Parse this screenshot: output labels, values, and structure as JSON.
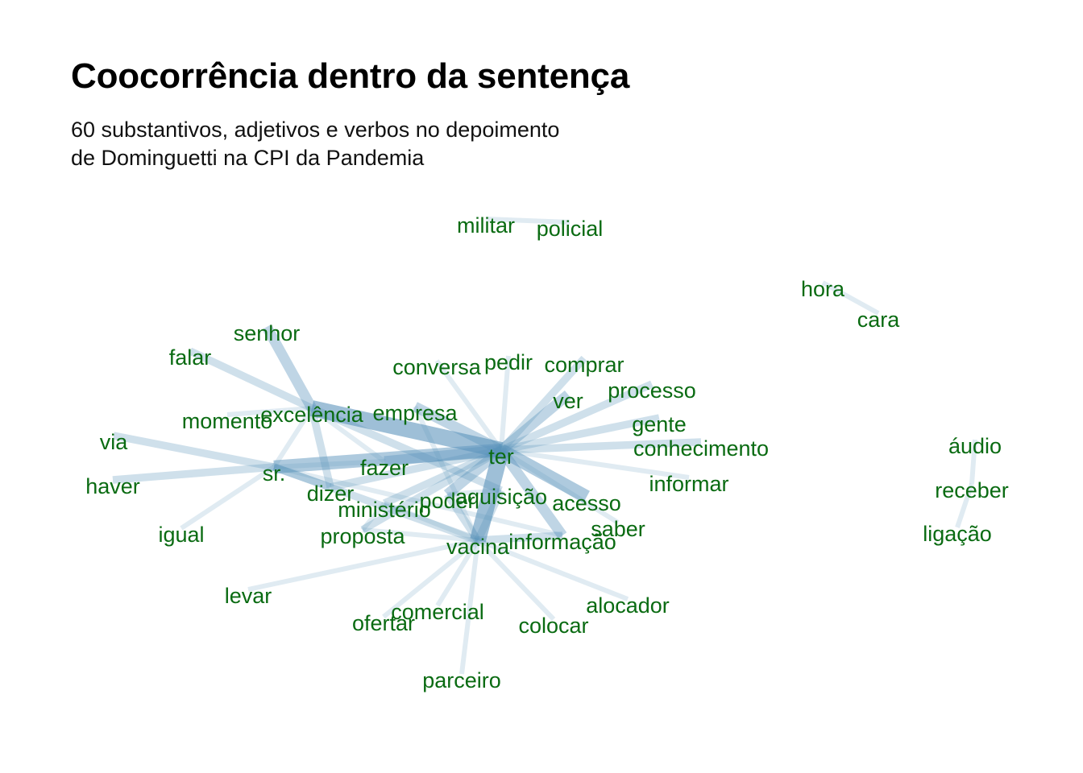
{
  "title": "Coocorrência dentro da sentença",
  "subtitle": [
    "60 substantivos, adjetivos e verbos no depoimento",
    "de Dominguetti na CPI da Pandemia"
  ],
  "colors": {
    "label": "#0a6b12",
    "edge": "#5a93bb",
    "title": "#000000"
  },
  "nodes": [
    "militar",
    "policial",
    "hora",
    "cara",
    "senhor",
    "falar",
    "conversa",
    "pedir",
    "comprar",
    "ver",
    "processo",
    "excelência",
    "empresa",
    "momento",
    "gente",
    "via",
    "conhecimento",
    "áudio",
    "ter",
    "fazer",
    "sr.",
    "haver",
    "informar",
    "receber",
    "dizer",
    "aquisição",
    "poder",
    "acesso",
    "ministério",
    "saber",
    "ligação",
    "igual",
    "proposta",
    "vacina",
    "informação",
    "levar",
    "alocador",
    "comercial",
    "ofertar",
    "colocar",
    "parceiro"
  ],
  "edges": [
    {
      "source": "ter",
      "target": "excelência",
      "weight": 5
    },
    {
      "source": "ter",
      "target": "vacina",
      "weight": 5
    },
    {
      "source": "ter",
      "target": "sr.",
      "weight": 4
    },
    {
      "source": "ter",
      "target": "acesso",
      "weight": 4
    },
    {
      "source": "ter",
      "target": "empresa",
      "weight": 3
    },
    {
      "source": "ter",
      "target": "fazer",
      "weight": 3
    },
    {
      "source": "ter",
      "target": "informação",
      "weight": 3
    },
    {
      "source": "ter",
      "target": "ver",
      "weight": 3
    },
    {
      "source": "ter",
      "target": "poder",
      "weight": 3
    },
    {
      "source": "ter",
      "target": "conhecimento",
      "weight": 2
    },
    {
      "source": "ter",
      "target": "processo",
      "weight": 2
    },
    {
      "source": "ter",
      "target": "gente",
      "weight": 2
    },
    {
      "source": "ter",
      "target": "comprar",
      "weight": 2
    },
    {
      "source": "ter",
      "target": "pedir",
      "weight": 1
    },
    {
      "source": "ter",
      "target": "conversa",
      "weight": 1
    },
    {
      "source": "ter",
      "target": "informar",
      "weight": 1
    },
    {
      "source": "ter",
      "target": "saber",
      "weight": 1
    },
    {
      "source": "ter",
      "target": "dizer",
      "weight": 2
    },
    {
      "source": "ter",
      "target": "ministério",
      "weight": 2
    },
    {
      "source": "ter",
      "target": "proposta",
      "weight": 2
    },
    {
      "source": "excelência",
      "target": "senhor",
      "weight": 3
    },
    {
      "source": "excelência",
      "target": "falar",
      "weight": 2
    },
    {
      "source": "excelência",
      "target": "momento",
      "weight": 1
    },
    {
      "source": "excelência",
      "target": "dizer",
      "weight": 2
    },
    {
      "source": "excelência",
      "target": "fazer",
      "weight": 1
    },
    {
      "source": "excelência",
      "target": "sr.",
      "weight": 1
    },
    {
      "source": "excelência",
      "target": "aquisição",
      "weight": 2
    },
    {
      "source": "sr.",
      "target": "via",
      "weight": 2
    },
    {
      "source": "sr.",
      "target": "haver",
      "weight": 2
    },
    {
      "source": "sr.",
      "target": "igual",
      "weight": 1
    },
    {
      "source": "sr.",
      "target": "dizer",
      "weight": 2
    },
    {
      "source": "sr.",
      "target": "vacina",
      "weight": 2
    },
    {
      "source": "sr.",
      "target": "informação",
      "weight": 1
    },
    {
      "source": "sr.",
      "target": "fazer",
      "weight": 1
    },
    {
      "source": "vacina",
      "target": "poder",
      "weight": 2
    },
    {
      "source": "vacina",
      "target": "aquisição",
      "weight": 2
    },
    {
      "source": "vacina",
      "target": "informação",
      "weight": 2
    },
    {
      "source": "vacina",
      "target": "comercial",
      "weight": 1
    },
    {
      "source": "vacina",
      "target": "ofertar",
      "weight": 1
    },
    {
      "source": "vacina",
      "target": "colocar",
      "weight": 1
    },
    {
      "source": "vacina",
      "target": "parceiro",
      "weight": 1
    },
    {
      "source": "vacina",
      "target": "alocador",
      "weight": 1
    },
    {
      "source": "vacina",
      "target": "levar",
      "weight": 1
    },
    {
      "source": "vacina",
      "target": "proposta",
      "weight": 1
    },
    {
      "source": "vacina",
      "target": "ministério",
      "weight": 1
    },
    {
      "source": "vacina",
      "target": "empresa",
      "weight": 1
    },
    {
      "source": "ministério",
      "target": "proposta",
      "weight": 1
    },
    {
      "source": "aquisição",
      "target": "poder",
      "weight": 1
    },
    {
      "source": "hora",
      "target": "cara",
      "weight": 1
    },
    {
      "source": "áudio",
      "target": "receber",
      "weight": 1
    },
    {
      "source": "receber",
      "target": "ligação",
      "weight": 1
    },
    {
      "source": "militar",
      "target": "policial",
      "weight": 1
    }
  ]
}
